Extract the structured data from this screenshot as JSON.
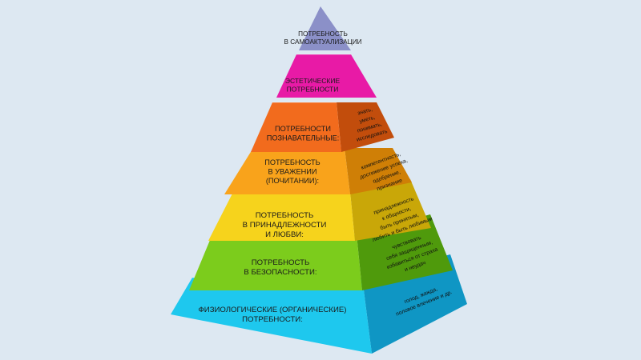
{
  "diagram": {
    "levels": [
      {
        "id": "apex",
        "front_lines": [
          "ПОТРЕБНОСТЬ",
          "В САМОАКТУАЛИЗАЦИИ"
        ],
        "side_lines": [],
        "front_color": "#8b90c8",
        "side_color": "#5d62a6"
      },
      {
        "id": "aesthetic",
        "front_lines": [
          "ЭСТЕТИЧЕСКИЕ",
          "ПОТРЕБНОСТИ"
        ],
        "side_lines": [],
        "front_color": "#e81aa6",
        "side_color": "#a8107a"
      },
      {
        "id": "cognitive",
        "front_lines": [
          "ПОТРЕБНОСТИ",
          "ПОЗНАВАТЕЛЬНЫЕ:"
        ],
        "side_lines": [
          "знать,",
          "уметь,",
          "понимать,",
          "исследовать"
        ],
        "front_color": "#f26b1d",
        "side_color": "#c24d0c"
      },
      {
        "id": "esteem",
        "front_lines": [
          "ПОТРЕБНОСТЬ",
          "В УВАЖЕНИИ",
          "(ПОЧИТАНИИ):"
        ],
        "side_lines": [
          "компетентность,",
          "достижение успеха,",
          "одобрение,",
          "признание"
        ],
        "front_color": "#f9a31b",
        "side_color": "#cf7f06"
      },
      {
        "id": "belonging",
        "front_lines": [
          "ПОТРЕБНОСТЬ",
          "В ПРИНАДЛЕЖНОСТИ",
          "И ЛЮБВИ:"
        ],
        "side_lines": [
          "принадлежность",
          "к общности,",
          "быть принятым,",
          "любить и быть любимым"
        ],
        "front_color": "#f6d31c",
        "side_color": "#c9a708"
      },
      {
        "id": "safety",
        "front_lines": [
          "ПОТРЕБНОСТЬ",
          "В БЕЗОПАСНОСТИ:"
        ],
        "side_lines": [
          "чувствовать",
          "себя защищенным,",
          "избавиться от страха",
          "и неудач"
        ],
        "front_color": "#7ccc1c",
        "side_color": "#4f9a0c"
      },
      {
        "id": "physiological",
        "front_lines": [
          "ФИЗИОЛОГИЧЕСКИЕ (ОРГАНИЧЕСКИЕ)",
          "ПОТРЕБНОСТИ:"
        ],
        "side_lines": [
          "голод, жажда,",
          "половое влечение и др."
        ],
        "front_color": "#1ec8ee",
        "side_color": "#0f96c4"
      }
    ]
  }
}
